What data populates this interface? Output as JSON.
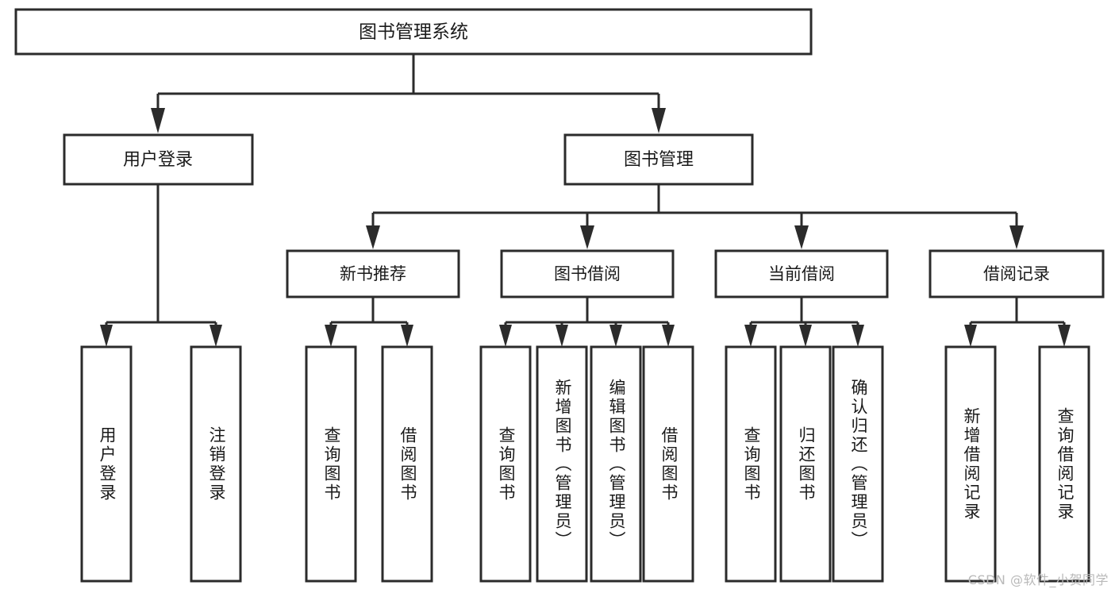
{
  "diagram": {
    "title": "图书管理系统",
    "type": "hierarchy-tree",
    "watermark": "CSDN @软件_小贺同学",
    "colors": {
      "stroke": "#2b2b2b",
      "fill": "#ffffff",
      "text": "#1a1a1a",
      "watermark": "#b9b9b9",
      "background": "#ffffff"
    },
    "levels": {
      "level1": [
        "图书管理系统"
      ],
      "level2": [
        "用户登录",
        "图书管理"
      ],
      "level3": [
        "新书推荐",
        "图书借阅",
        "当前借阅",
        "借阅记录"
      ],
      "level4": [
        "用户登录",
        "注销登录",
        "查询图书",
        "借阅图书",
        "查询图书",
        "新增图书（管理员）",
        "编辑图书（管理员）",
        "借阅图书",
        "查询图书",
        "归还图书",
        "确认归还（管理员）",
        "新增借阅记录",
        "查询借阅记录"
      ]
    },
    "nodes": {
      "root": {
        "label": "图书管理系统"
      },
      "user_login": {
        "label": "用户登录"
      },
      "book_manage": {
        "label": "图书管理"
      },
      "new_book_rec": {
        "label": "新书推荐"
      },
      "book_borrow": {
        "label": "图书借阅"
      },
      "current_borrow": {
        "label": "当前借阅"
      },
      "borrow_record": {
        "label": "借阅记录"
      },
      "leaf_user_login": {
        "label": "用户登录"
      },
      "leaf_logout": {
        "label": "注销登录"
      },
      "leaf_query_book_1": {
        "label": "查询图书"
      },
      "leaf_borrow_book_1": {
        "label": "借阅图书"
      },
      "leaf_query_book_2": {
        "label": "查询图书"
      },
      "leaf_add_book": {
        "label": "新增图书（管理员）"
      },
      "leaf_edit_book": {
        "label": "编辑图书（管理员）"
      },
      "leaf_borrow_book_2": {
        "label": "借阅图书"
      },
      "leaf_query_book_3": {
        "label": "查询图书"
      },
      "leaf_return_book": {
        "label": "归还图书"
      },
      "leaf_confirm_return": {
        "label": "确认归还（管理员）"
      },
      "leaf_add_record": {
        "label": "新增借阅记录"
      },
      "leaf_query_record": {
        "label": "查询借阅记录"
      }
    },
    "edges": [
      {
        "from": "root",
        "to": "user_login"
      },
      {
        "from": "root",
        "to": "book_manage"
      },
      {
        "from": "user_login",
        "to": "leaf_user_login"
      },
      {
        "from": "user_login",
        "to": "leaf_logout"
      },
      {
        "from": "book_manage",
        "to": "new_book_rec"
      },
      {
        "from": "book_manage",
        "to": "book_borrow"
      },
      {
        "from": "book_manage",
        "to": "current_borrow"
      },
      {
        "from": "book_manage",
        "to": "borrow_record"
      },
      {
        "from": "new_book_rec",
        "to": "leaf_query_book_1"
      },
      {
        "from": "new_book_rec",
        "to": "leaf_borrow_book_1"
      },
      {
        "from": "book_borrow",
        "to": "leaf_query_book_2"
      },
      {
        "from": "book_borrow",
        "to": "leaf_add_book"
      },
      {
        "from": "book_borrow",
        "to": "leaf_edit_book"
      },
      {
        "from": "book_borrow",
        "to": "leaf_borrow_book_2"
      },
      {
        "from": "current_borrow",
        "to": "leaf_query_book_3"
      },
      {
        "from": "current_borrow",
        "to": "leaf_return_book"
      },
      {
        "from": "current_borrow",
        "to": "leaf_confirm_return"
      },
      {
        "from": "borrow_record",
        "to": "leaf_add_record"
      },
      {
        "from": "borrow_record",
        "to": "leaf_query_record"
      }
    ]
  }
}
